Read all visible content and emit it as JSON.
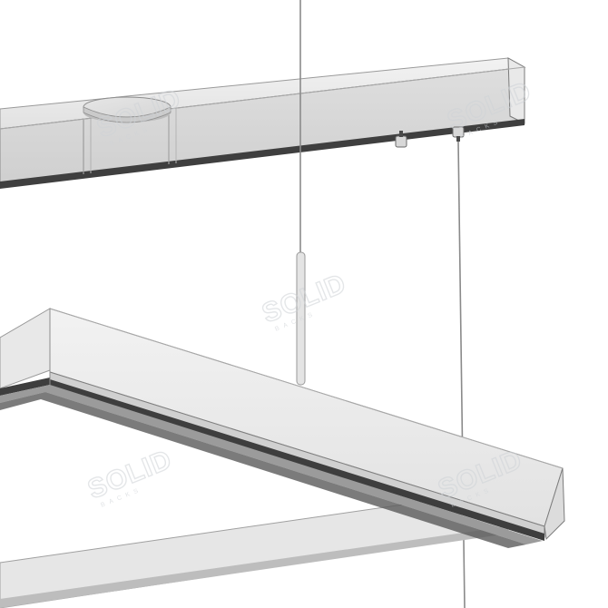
{
  "image": {
    "background_color": "#ffffff",
    "subject": "linear-light-fixture-render"
  },
  "colors": {
    "body_light": "#ececec",
    "body_mid": "#dcdcdc",
    "body_face": "#d3d3d3",
    "edge_dark": "#4a4a4a",
    "cable": "#7a7a7a",
    "watermark": "#cfd3d7"
  },
  "watermarks": [
    {
      "text": "SOLID",
      "sub": "BACKS"
    },
    {
      "text": "SOLID",
      "sub": "BACKS"
    },
    {
      "text": "SOLID",
      "sub": "BACKS"
    },
    {
      "text": "SOLID",
      "sub": "BACKS"
    },
    {
      "text": "SOLID",
      "sub": "BACKS"
    }
  ]
}
